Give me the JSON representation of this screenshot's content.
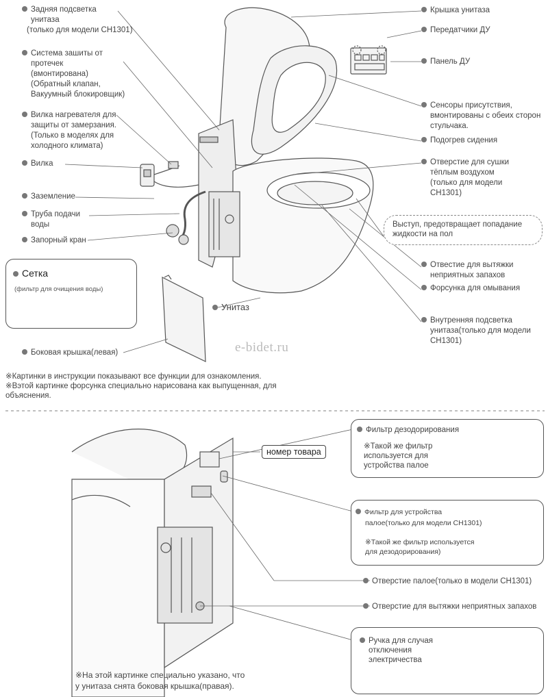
{
  "top_labels_left": [
    {
      "key": "rear_light",
      "lines": [
        "Задняя подсветка",
        "унитаза",
        "(только для модели CH1301)"
      ]
    },
    {
      "key": "leak_protection",
      "lines": [
        "Система зашиты от",
        "протечек",
        "(вмонтирована)",
        "(Обратный клапан,",
        "Вакуумный блокировщик)"
      ]
    },
    {
      "key": "heater_plug",
      "lines": [
        "Вилка нагревателя для",
        "защиты от замерзания.",
        "(Только в моделях для",
        "холодного климата)"
      ]
    },
    {
      "key": "plug",
      "lines": [
        "Вилка"
      ]
    },
    {
      "key": "ground",
      "lines": [
        "Заземление"
      ]
    },
    {
      "key": "water_pipe",
      "lines": [
        "Труба подачи",
        "воды"
      ]
    },
    {
      "key": "valve",
      "lines": [
        "Запорный кран"
      ]
    }
  ],
  "top_labels_right": [
    {
      "key": "lid",
      "lines": [
        "Крышка унитаза"
      ]
    },
    {
      "key": "remote_tx",
      "lines": [
        "Передатчики ДУ"
      ]
    },
    {
      "key": "remote_panel",
      "lines": [
        "Панель ДУ"
      ]
    },
    {
      "key": "presence_sensors",
      "lines": [
        "Сенсоры присутствия,",
        "вмонтированы с обеих сторон",
        "стульчака."
      ]
    },
    {
      "key": "seat_heat",
      "lines": [
        "Подогрев сидения"
      ]
    },
    {
      "key": "dryer",
      "lines": [
        "Отверстие для сушки",
        "тёплым воздухом",
        "(только для модели",
        "CH1301)"
      ]
    },
    {
      "key": "splash_guard",
      "lines": [
        "Выступ, предотвращает попадание",
        "жидкости на пол"
      ]
    },
    {
      "key": "odor_hole",
      "lines": [
        "Отвестие для вытяжки",
        "неприятных запахов"
      ]
    },
    {
      "key": "nozzle",
      "lines": [
        "Форсунка для омывания"
      ]
    },
    {
      "key": "inner_light",
      "lines": [
        "Внутренняя подсветка",
        "унитаза(только для модели",
        "CH1301)"
      ]
    }
  ],
  "toilet_label": "Унитаз",
  "mesh": {
    "title": "Сетка",
    "subtitle": "(фильтр для очищения воды)"
  },
  "side_cover": "Боковая крышка(левая)",
  "watermark": "e-bidet.ru",
  "notes_top": [
    "※Картинки в инструкции показывают все функции для ознакомления.",
    "※Вэтой картинке форсунка специально нарисована как выпущенная, для",
    "объяснения."
  ],
  "product_number": "номер товара",
  "deodor_box": {
    "title": "Фильтр дезодорирования",
    "note": [
      "※Такой же фильтр",
      "используется для",
      "устройства палое"
    ]
  },
  "palo_box": {
    "title": "Фильтр для устройства",
    "line2": "палое(только для модели CH1301)",
    "note": [
      "※Такой же фильтр используется",
      "для дезодорирования)"
    ]
  },
  "palo_hole": "Отверстие палое(только в модели CH1301)",
  "odor_exhaust": "Отверстие для вытяжки неприятных запахов",
  "power_box": {
    "lines": [
      "Ручка для случая",
      "отключения",
      "электричества"
    ]
  },
  "notes_bottom": [
    "※На этой картинке специально указано, что",
    "у унитаза снята боковая крышка(правая)."
  ]
}
